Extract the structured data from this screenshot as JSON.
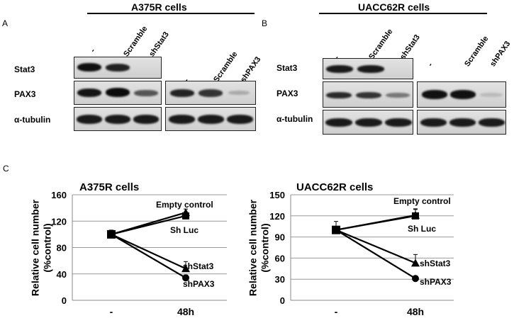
{
  "panels": {
    "a": "A",
    "b": "B",
    "c": "C"
  },
  "blot_a": {
    "cell_line": "A375R cells",
    "stat3_lanes": [
      "-",
      "Scramble",
      "shStat3"
    ],
    "pax3_lanes": [
      "-",
      "Scramble",
      "shPAX3"
    ],
    "rows": [
      "Stat3",
      "PAX3",
      "α-tubulin"
    ]
  },
  "blot_b": {
    "cell_line": "UACC62R cells",
    "stat3_lanes": [
      "-",
      "Scramble",
      "shStat3"
    ],
    "pax3_lanes": [
      "-",
      "Scramble",
      "shPAX3"
    ],
    "rows": [
      "Stat3",
      "PAX3",
      "α-tubulin"
    ]
  },
  "chart_data": [
    {
      "type": "line",
      "title": "A375R cells",
      "ylabel": "Relative cell number (%control)",
      "categories": [
        "-",
        "48h"
      ],
      "ylim": [
        0,
        160
      ],
      "yticks": [
        0,
        40,
        80,
        120,
        160
      ],
      "grid": true,
      "series": [
        {
          "name": "Empty control",
          "values": [
            100,
            133
          ],
          "marker": "triangle"
        },
        {
          "name": "Sh Luc",
          "values": [
            100,
            128
          ],
          "marker": "square"
        },
        {
          "name": "shStat3",
          "values": [
            100,
            48
          ],
          "marker": "triangle"
        },
        {
          "name": "shPAX3",
          "values": [
            100,
            34
          ],
          "marker": "circle"
        }
      ]
    },
    {
      "type": "line",
      "title": "UACC62R cells",
      "ylabel": "Relative cell number (%control)",
      "categories": [
        "-",
        "48h"
      ],
      "ylim": [
        0,
        150
      ],
      "yticks": [
        0,
        30,
        60,
        90,
        120,
        150
      ],
      "grid": true,
      "series": [
        {
          "name": "Empty control",
          "values": [
            100,
            121
          ],
          "marker": "triangle"
        },
        {
          "name": "Sh Luc",
          "values": [
            100,
            120
          ],
          "marker": "square"
        },
        {
          "name": "shStat3",
          "values": [
            100,
            53
          ],
          "marker": "triangle"
        },
        {
          "name": "shPAX3",
          "values": [
            100,
            31
          ],
          "marker": "circle"
        }
      ]
    }
  ]
}
